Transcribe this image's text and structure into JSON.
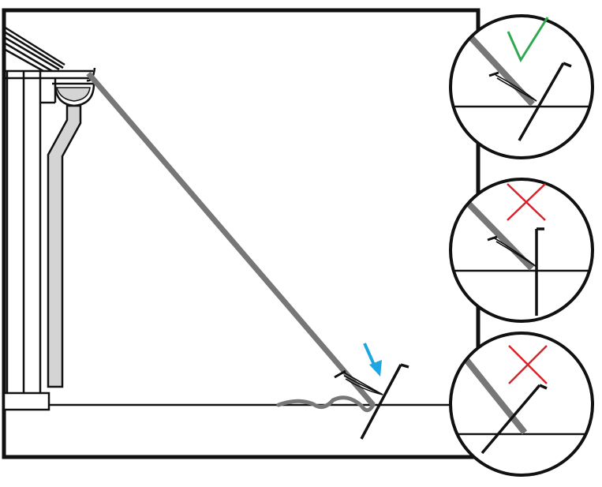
{
  "diagram": {
    "main_scene": {
      "elements": [
        "house-wall",
        "roof-eave",
        "gutter",
        "downspout",
        "ground-line",
        "ladder",
        "ladder-tie-off",
        "stake",
        "attention-arrow",
        "rope-slack"
      ]
    },
    "insets": [
      {
        "id": "correct",
        "verdict": "correct",
        "mark_icon": "check-icon",
        "stake_angle": "angled-away"
      },
      {
        "id": "wrong-vertical",
        "verdict": "incorrect",
        "mark_icon": "cross-icon",
        "stake_angle": "vertical"
      },
      {
        "id": "wrong-toward",
        "verdict": "incorrect",
        "mark_icon": "cross-icon",
        "stake_angle": "angled-toward"
      }
    ],
    "colors": {
      "outline": "#111111",
      "ladder": "#777777",
      "downspout_fill": "#d4d4d4",
      "check": "#2fa84f",
      "cross": "#d8232a",
      "arrow": "#1ea6e0"
    }
  }
}
